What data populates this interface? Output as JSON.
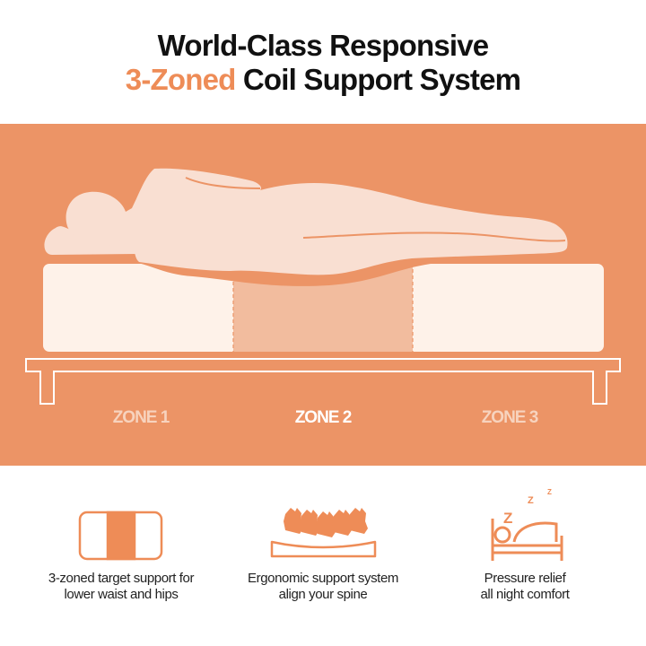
{
  "title": {
    "line1": "World-Class Responsive",
    "line2_accent": "3-Zoned",
    "line2_rest": " Coil Support System"
  },
  "colors": {
    "band": "#EC9466",
    "accent": "#EE8C57",
    "mattress": "#FEF2E9",
    "zone_active": "#F2BC9E",
    "body": "#F9DFD2"
  },
  "zones": [
    {
      "label": "ZONE 1",
      "active": false
    },
    {
      "label": "ZONE 2",
      "active": true
    },
    {
      "label": "ZONE 3",
      "active": false
    }
  ],
  "features": [
    {
      "icon": "three-zone-mattress-icon",
      "line1": "3-zoned target support for",
      "line2": "lower waist and hips"
    },
    {
      "icon": "spine-on-mattress-icon",
      "line1": "Ergonomic support system",
      "line2": "align your spine"
    },
    {
      "icon": "sleeping-bed-icon",
      "line1": "Pressure relief",
      "line2": "all night comfort"
    }
  ]
}
